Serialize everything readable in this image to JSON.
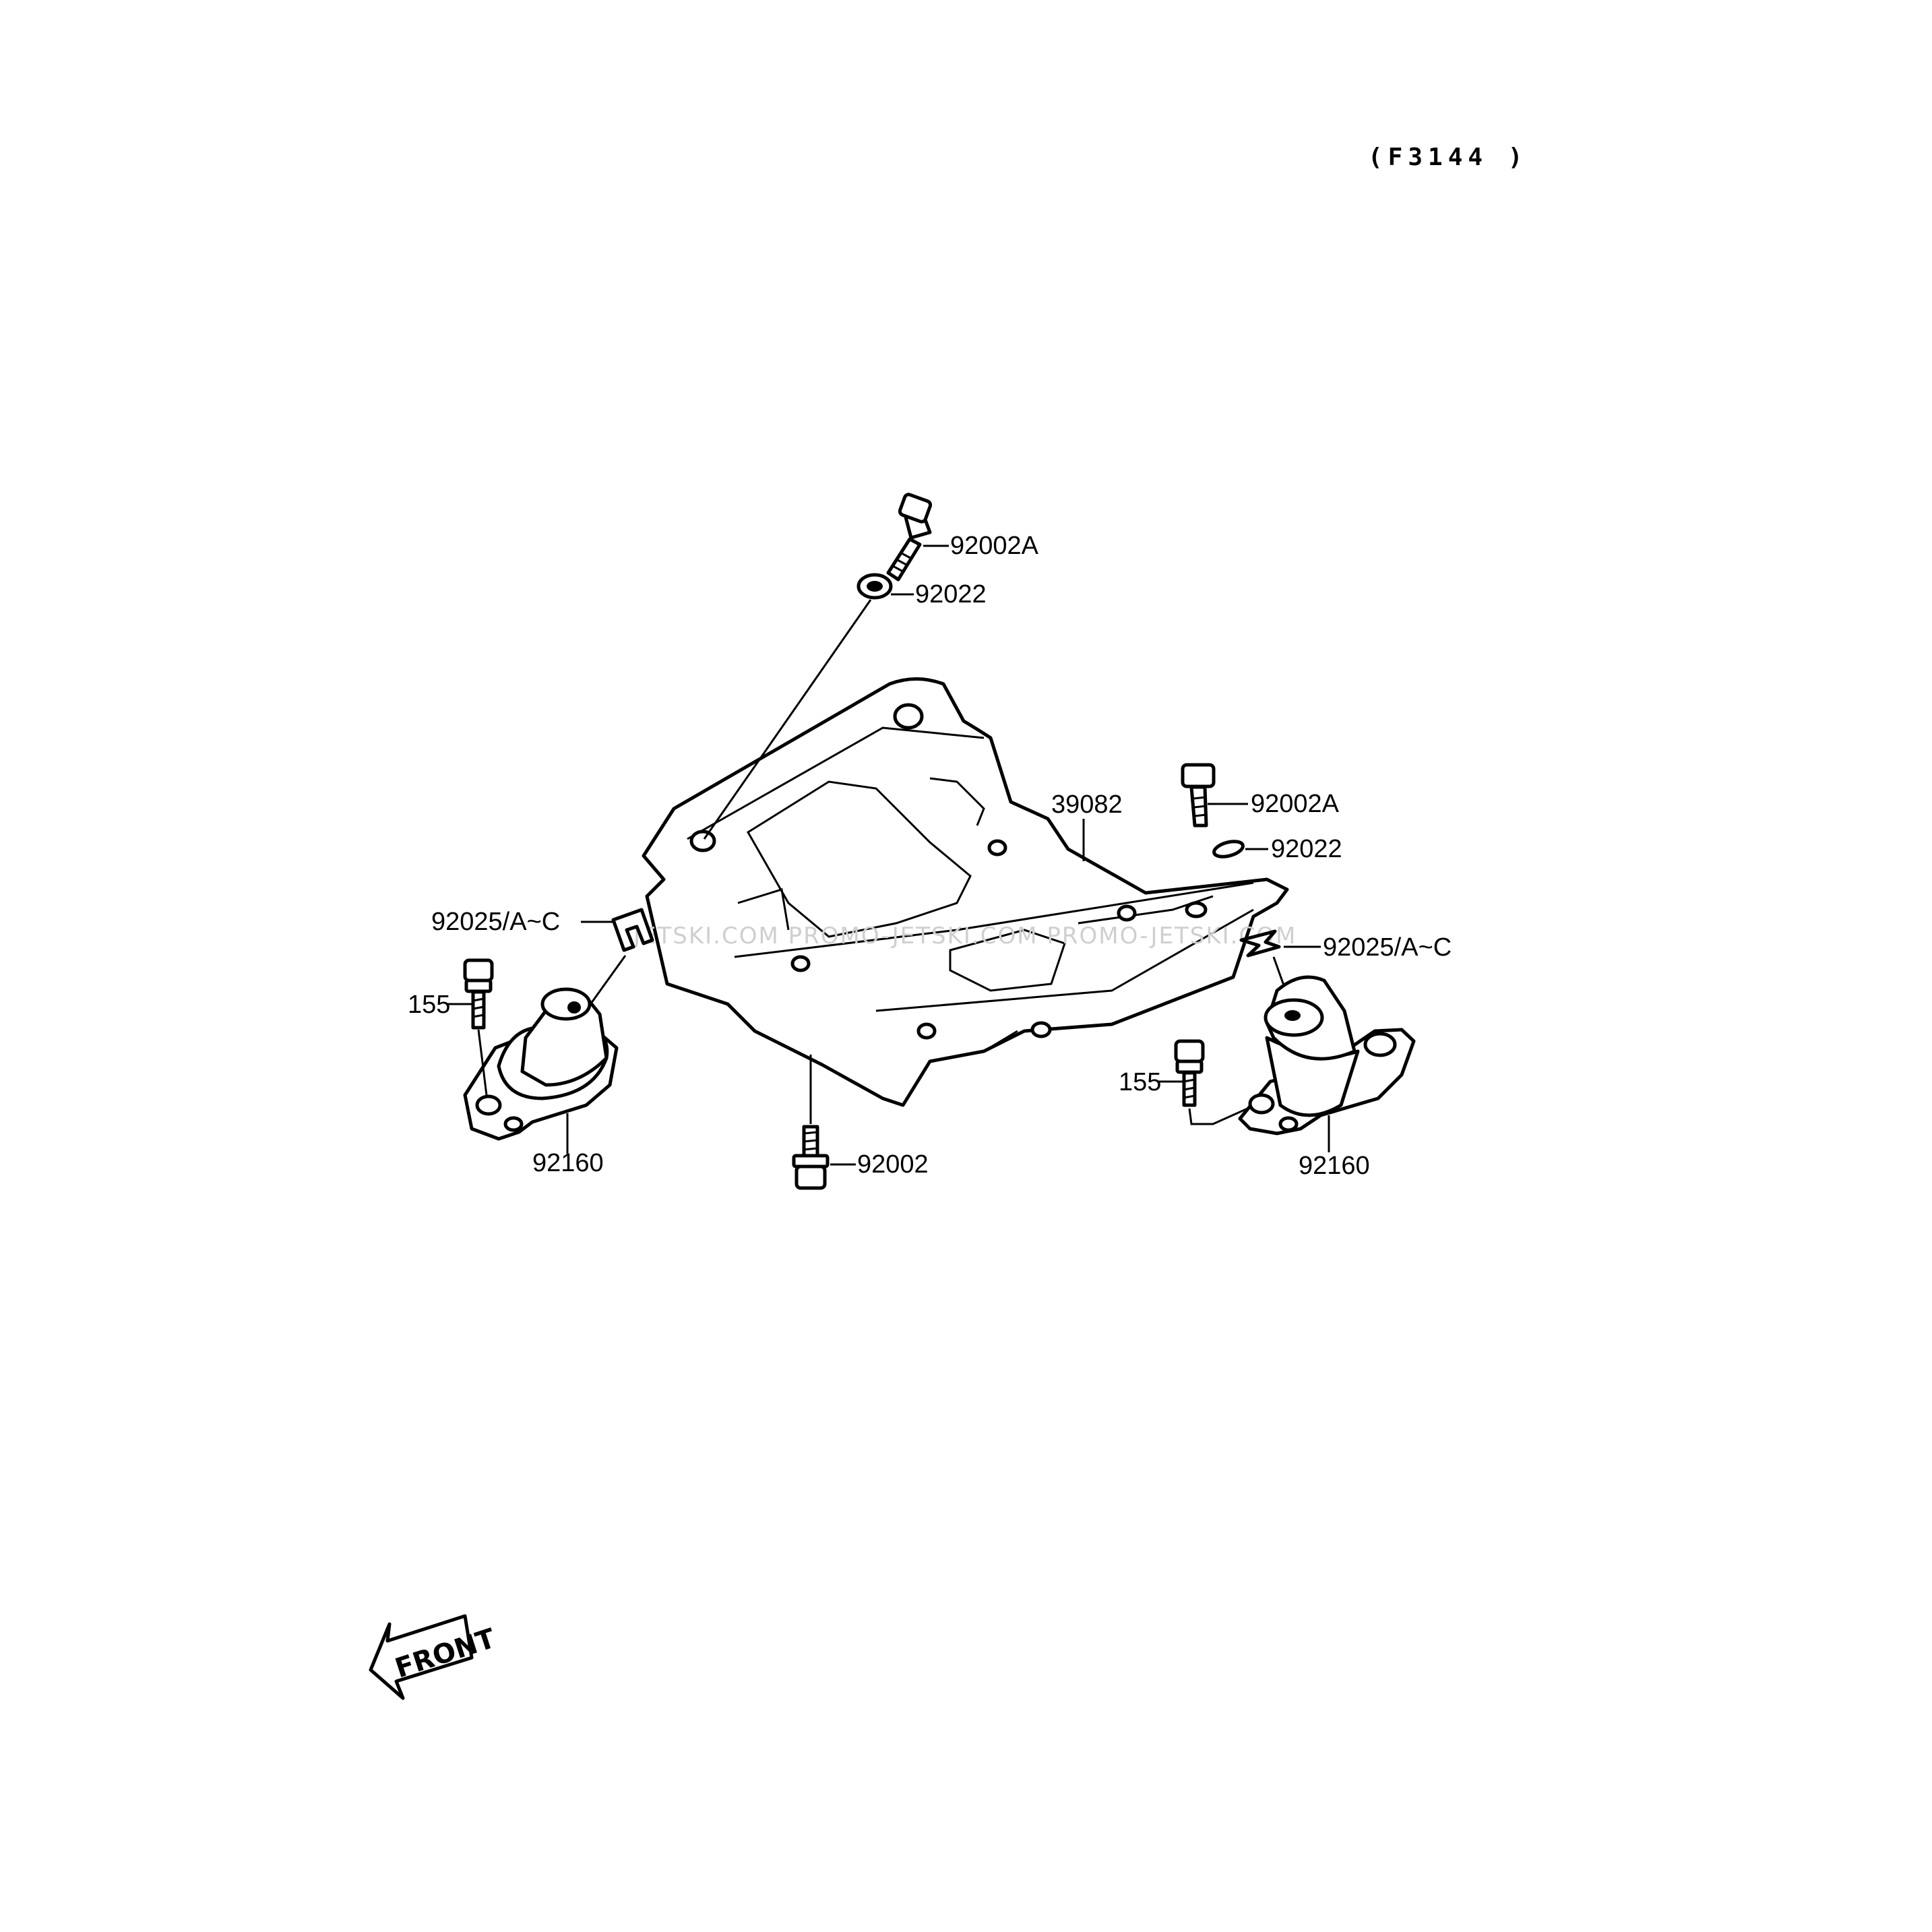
{
  "figure_code": "(F3144 )",
  "watermark": "JETSKI.COM  PROMO-JETSKI.COM  PROMO-JETSKI.COM",
  "front_label": "FRONT",
  "callouts": [
    {
      "id": "bolt-top-left",
      "part": "92002A"
    },
    {
      "id": "washer-top-left",
      "part": "92022"
    },
    {
      "id": "bracket",
      "part": "39082"
    },
    {
      "id": "bolt-top-right",
      "part": "92002A"
    },
    {
      "id": "washer-top-right",
      "part": "92022"
    },
    {
      "id": "shim-left",
      "part": "92025/A~C"
    },
    {
      "id": "shim-right",
      "part": "92025/A~C"
    },
    {
      "id": "bolt-mount-left",
      "part": "155"
    },
    {
      "id": "bolt-mount-right",
      "part": "155"
    },
    {
      "id": "mount-left",
      "part": "92160"
    },
    {
      "id": "mount-right",
      "part": "92160"
    },
    {
      "id": "bolt-bottom",
      "part": "92002"
    }
  ]
}
